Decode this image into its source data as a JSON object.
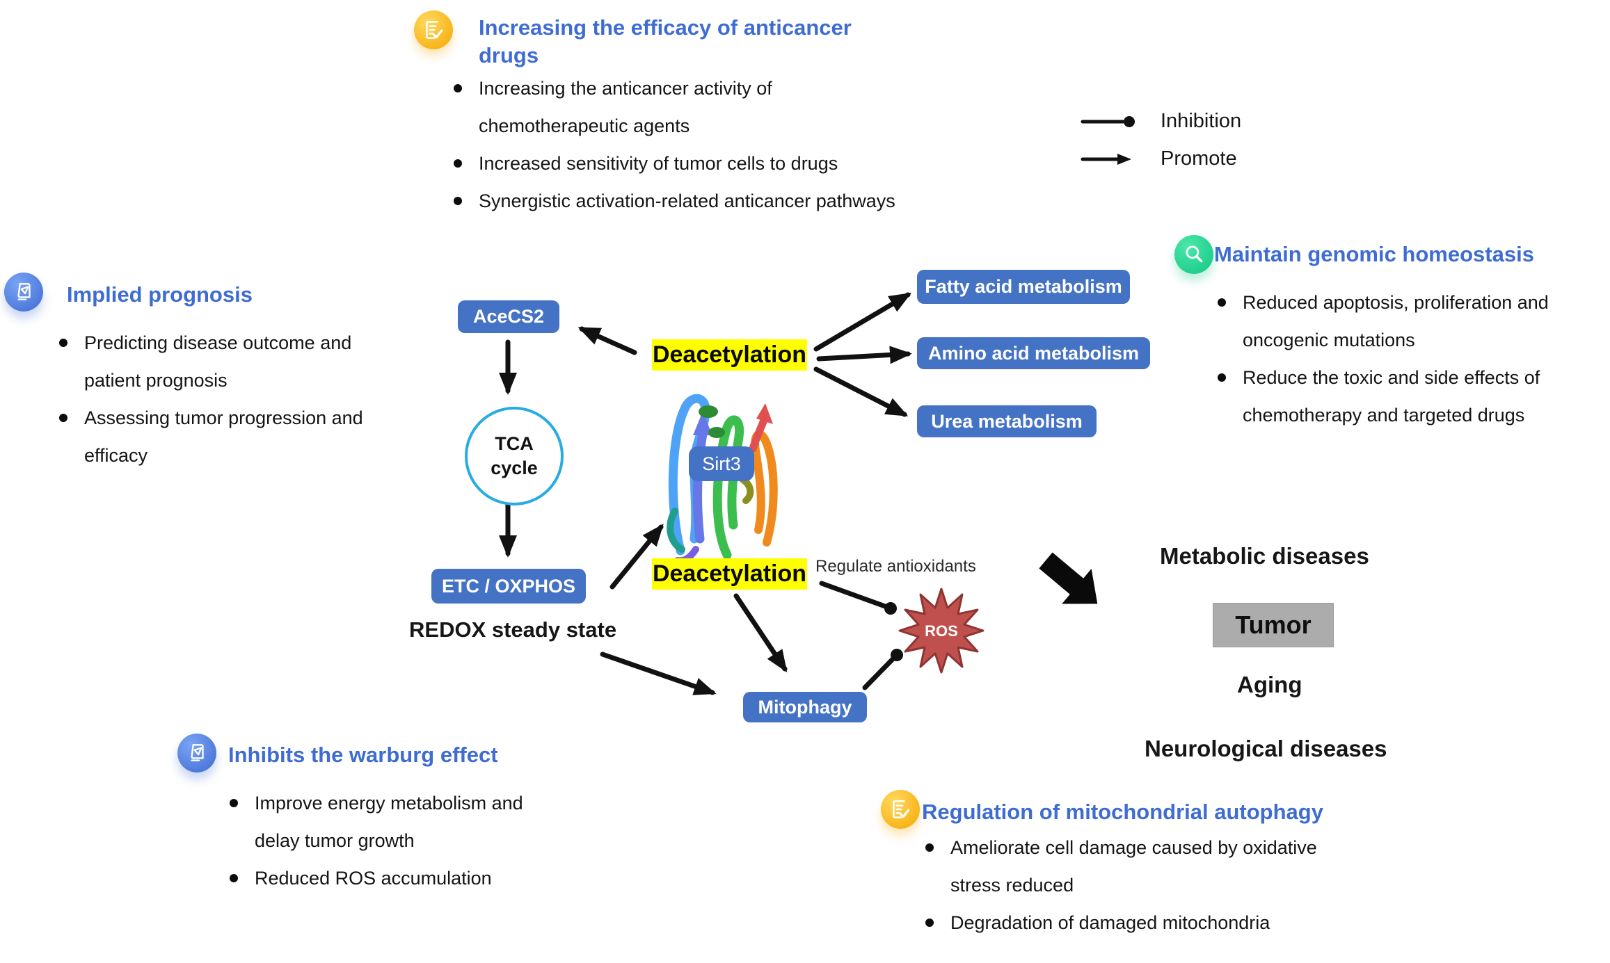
{
  "colors": {
    "accent_blue": "#3E6CD2",
    "node_blue": "#4472C4",
    "highlight_yellow": "#FFFF00",
    "tca_cycle_blue": "#29ABE2",
    "ros_red": "#C0504D",
    "tumor_gray": "#ACACAC",
    "icon_yellow": "#F7A600",
    "icon_blue": "#3E6AD1",
    "icon_green": "#12C585",
    "arrow_black": "#111111"
  },
  "legend": {
    "inhibition_label": "Inhibition",
    "promote_label": "Promote"
  },
  "sections": {
    "anticancer": {
      "icon": "clipboard-check-icon",
      "title": "Increasing the efficacy of anticancer drugs",
      "bullets": [
        "Increasing the anticancer activity of chemotherapeutic agents",
        "Increased sensitivity of tumor cells to drugs",
        "Synergistic activation-related anticancer pathways"
      ]
    },
    "prognosis": {
      "icon": "scroll-plane-icon",
      "title": "Implied prognosis",
      "bullets": [
        "Predicting disease outcome and patient prognosis",
        "Assessing tumor progression and efficacy"
      ]
    },
    "homeostasis": {
      "icon": "magnifier-icon",
      "title": "Maintain genomic homeostasis",
      "bullets": [
        "Reduced apoptosis, proliferation and oncogenic mutations",
        "Reduce the toxic and side effects of chemotherapy and targeted drugs"
      ]
    },
    "warburg": {
      "icon": "scroll-plane-icon",
      "title": "Inhibits the warburg effect",
      "bullets": [
        "Improve energy metabolism and delay tumor growth",
        "Reduced ROS accumulation"
      ]
    },
    "autophagy": {
      "icon": "clipboard-check-icon",
      "title": "Regulation of mitochondrial autophagy",
      "bullets": [
        "Ameliorate cell damage caused by oxidative stress reduced",
        "Degradation of damaged mitochondria"
      ]
    }
  },
  "diagram": {
    "nodes": {
      "acecs2": "AceCS2",
      "tca_cycle": "TCA cycle",
      "etc_oxphos": "ETC / OXPHOS",
      "redox": "REDOX steady state",
      "deacetylation_top": "Deacetylation",
      "deacetylation_bottom": "Deacetylation",
      "sirt3": "Sirt3",
      "fatty": "Fatty acid metabolism",
      "amino": "Amino acid metabolism",
      "urea": "Urea metabolism",
      "mitophagy": "Mitophagy",
      "ros": "ROS",
      "regulate_antioxidants": "Regulate antioxidants"
    },
    "outcomes": {
      "metabolic": "Metabolic diseases",
      "tumor": "Tumor",
      "aging": "Aging",
      "neurological": "Neurological diseases"
    }
  }
}
